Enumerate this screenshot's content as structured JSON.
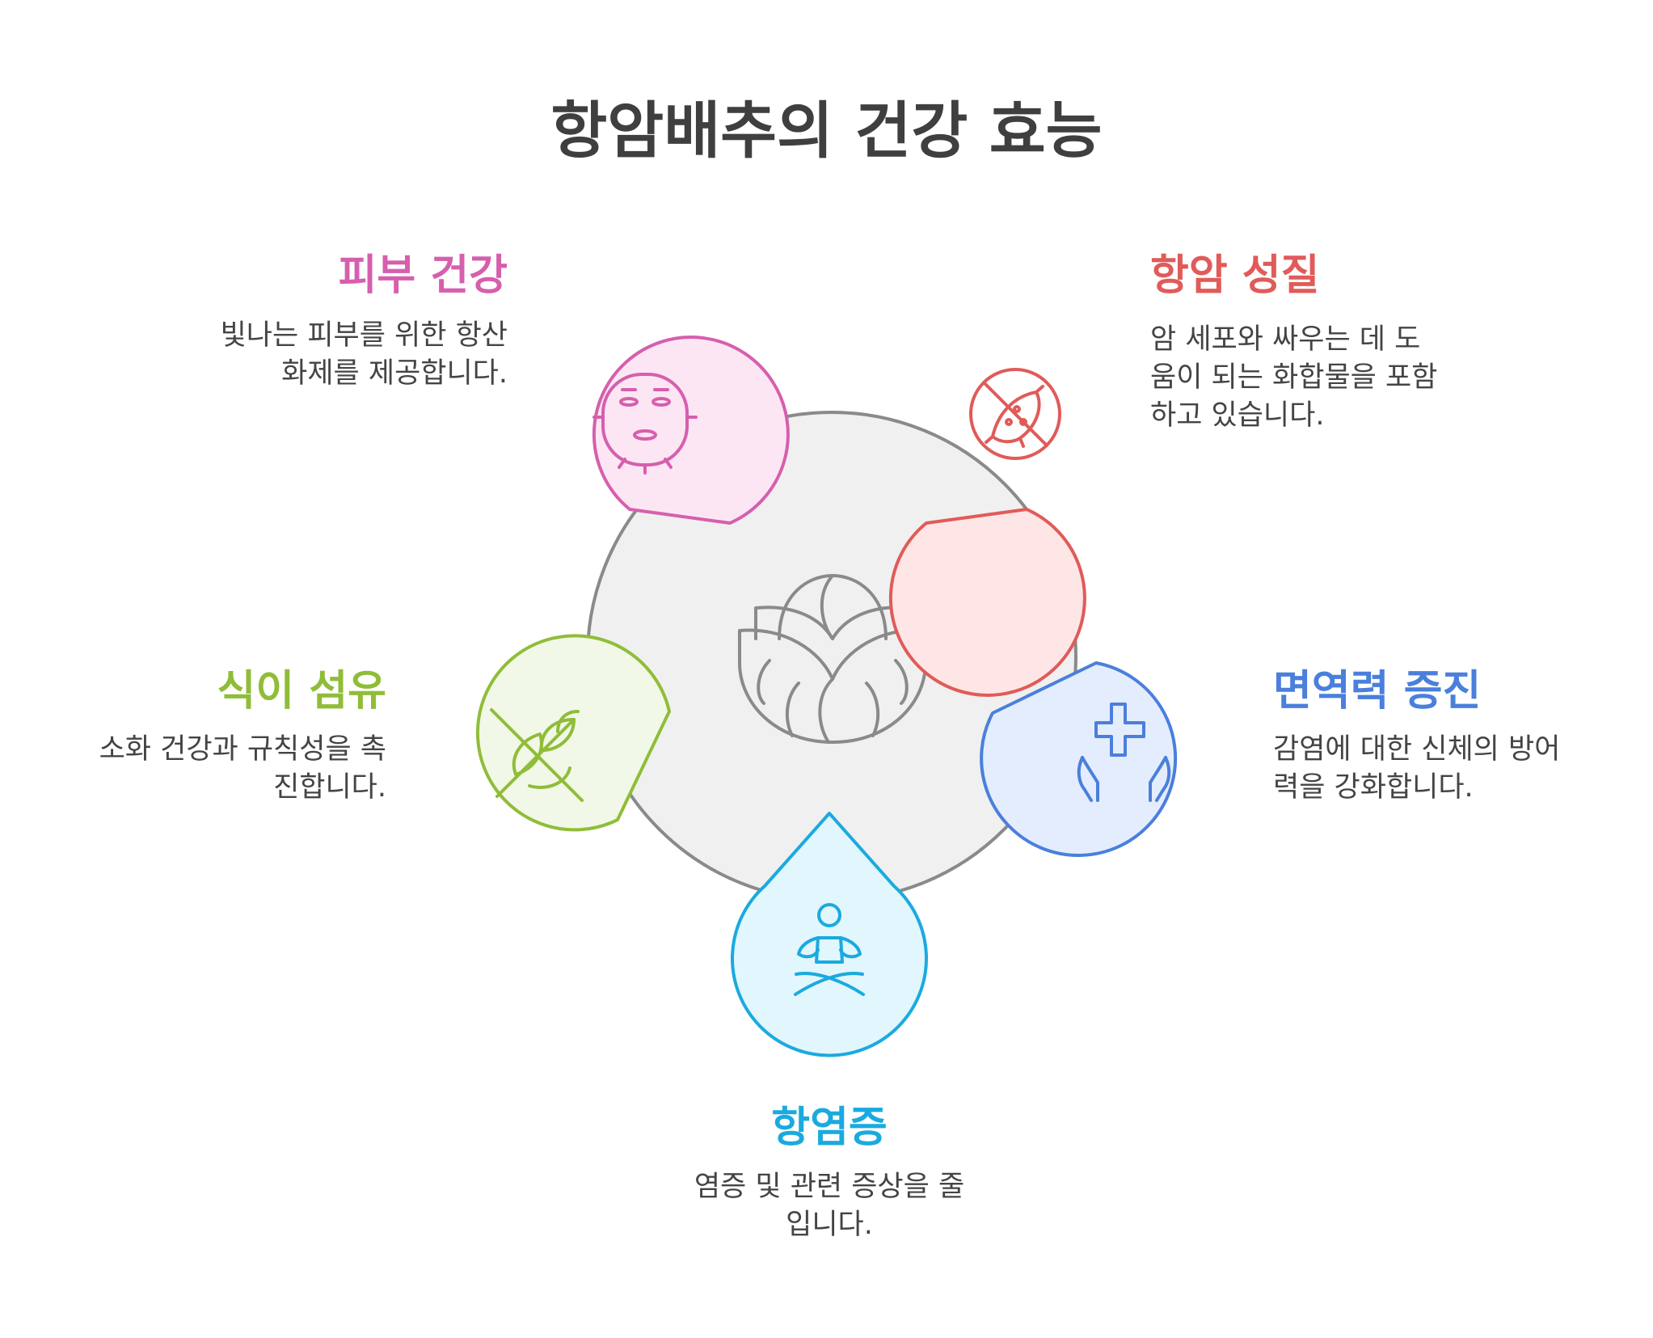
{
  "title": "항암배추의 건강 효능",
  "center_icon": "cabbage-icon",
  "items": [
    {
      "id": "skin",
      "label": "피부 건강",
      "desc_lines": [
        "빛나는 피부를 위한 항산",
        "화제를 제공합니다."
      ],
      "color": "#d65fad",
      "fill": "#fde6f4",
      "icon": "face-mask-icon"
    },
    {
      "id": "anticancer",
      "label": "항암 성질",
      "desc_lines": [
        "암 세포와 싸우는 데 도",
        "움이 되는 화합물을 포함",
        "하고 있습니다."
      ],
      "color": "#e05b59",
      "fill": "#fee6e6",
      "icon": "no-bacteria-icon"
    },
    {
      "id": "immune",
      "label": "면역력 증진",
      "desc_lines": [
        "감염에 대한 신체의 방어",
        "력을 강화합니다."
      ],
      "color": "#4a7fdc",
      "fill": "#e4edfd",
      "icon": "hands-cross-icon"
    },
    {
      "id": "antiinflammatory",
      "label": "항염증",
      "desc_lines": [
        "염증 및 관련 증상을 줄",
        "입니다."
      ],
      "color": "#1aaadf",
      "fill": "#e2f6fd",
      "icon": "meditation-icon"
    },
    {
      "id": "fiber",
      "label": "식이 섬유",
      "desc_lines": [
        "소화 건강과 규칙성을 촉",
        "진합니다."
      ],
      "color": "#90bd38",
      "fill": "#f2f8e7",
      "icon": "no-wheat-icon"
    }
  ]
}
